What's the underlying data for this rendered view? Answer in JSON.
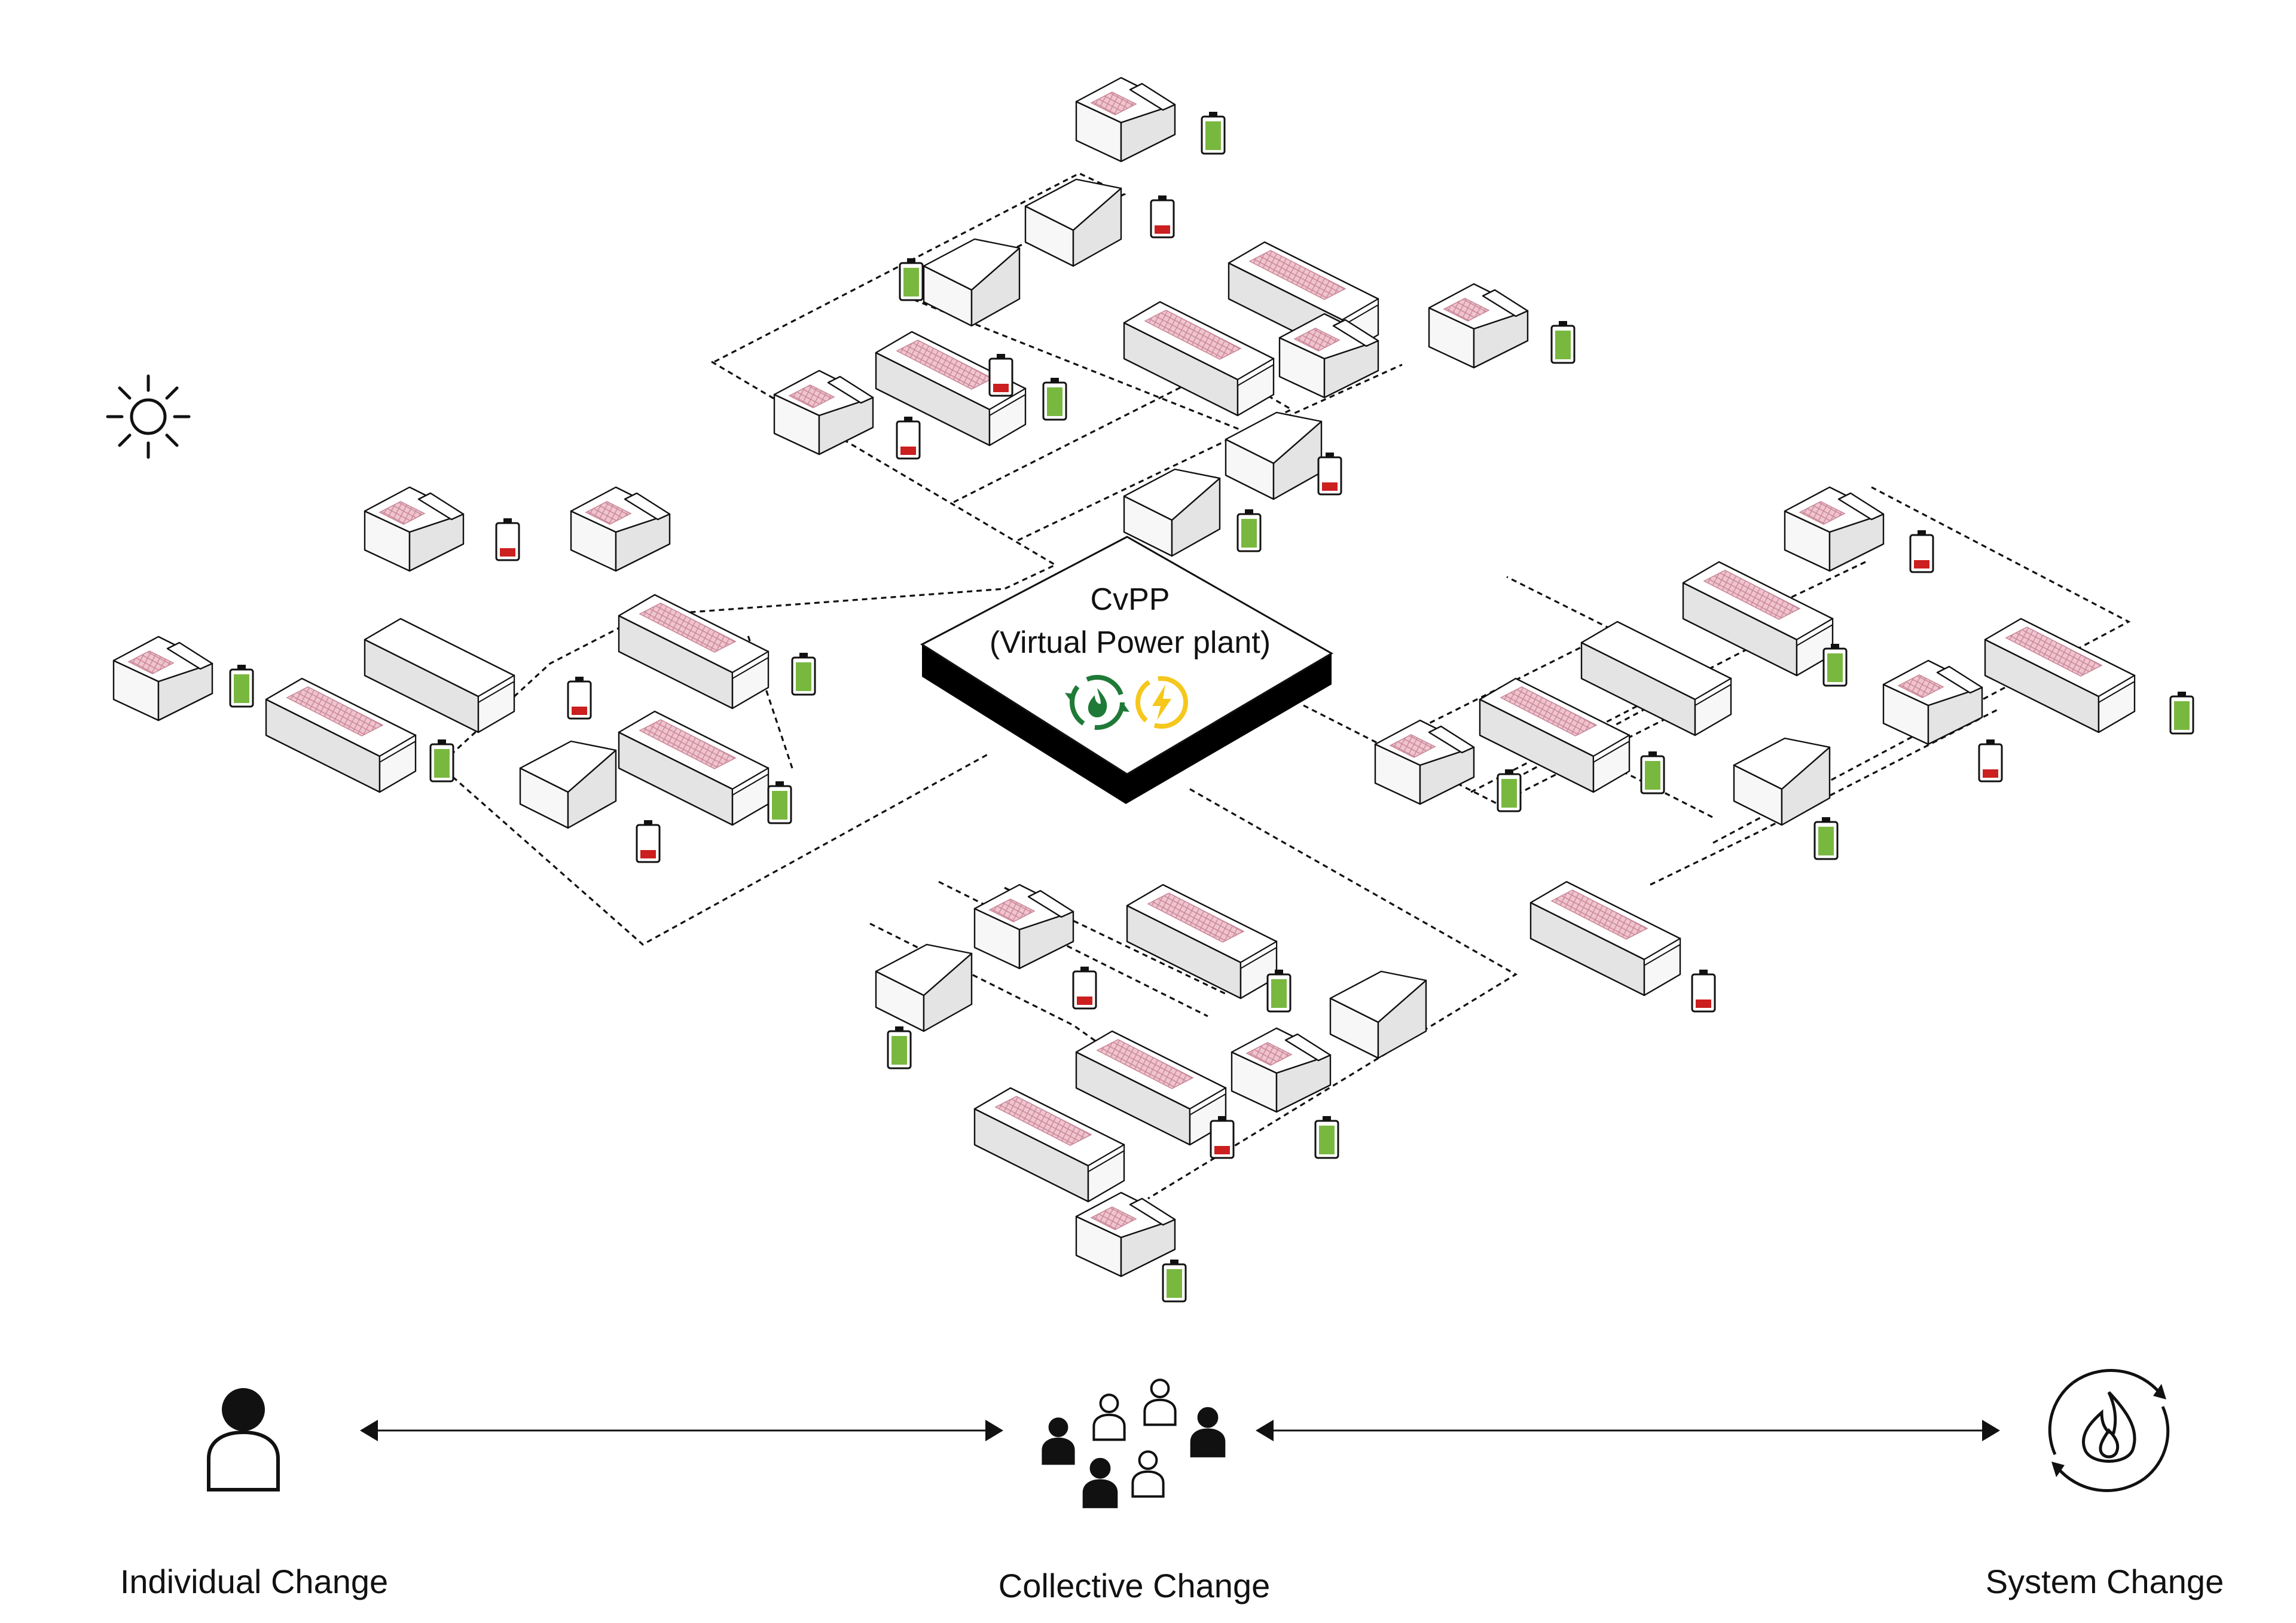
{
  "hub": {
    "title": "CvPP",
    "subtitle": "(Virtual Power plant)",
    "icons": [
      "renewable-flame-recycle-icon",
      "lightning-bolt-icon"
    ]
  },
  "colors": {
    "solar_panel": "#e9b9c5",
    "battery_full": "#79b83f",
    "battery_low": "#cc1f1f",
    "hub_top": "#ffffff",
    "hub_side": "#000000",
    "hub_icon_green": "#1f7a37",
    "hub_icon_yellow": "#f6c71c"
  },
  "sun_icon": "sun-icon",
  "scale": {
    "items": [
      {
        "label": "Individual Change",
        "icon": "person-icon"
      },
      {
        "label": "Collective Change",
        "icon": "group-of-people-icon"
      },
      {
        "label": "System Change",
        "icon": "flame-cycle-icon"
      }
    ],
    "arrows": [
      "double-headed-arrow",
      "double-headed-arrow"
    ]
  },
  "batteries": [
    {
      "level": "full"
    },
    {
      "level": "low"
    },
    {
      "level": "full"
    },
    {
      "level": "full"
    },
    {
      "level": "low"
    },
    {
      "level": "full"
    },
    {
      "level": "low"
    },
    {
      "level": "full"
    },
    {
      "level": "low"
    },
    {
      "level": "low"
    },
    {
      "level": "full"
    },
    {
      "level": "full"
    },
    {
      "level": "full"
    },
    {
      "level": "full"
    },
    {
      "level": "low"
    },
    {
      "level": "full"
    },
    {
      "level": "low"
    },
    {
      "level": "full"
    },
    {
      "level": "low"
    },
    {
      "level": "full"
    },
    {
      "level": "full"
    },
    {
      "level": "low"
    },
    {
      "level": "full"
    },
    {
      "level": "full"
    },
    {
      "level": "full"
    },
    {
      "level": "full"
    },
    {
      "level": "low"
    },
    {
      "level": "full"
    },
    {
      "level": "low"
    },
    {
      "level": "low"
    }
  ]
}
